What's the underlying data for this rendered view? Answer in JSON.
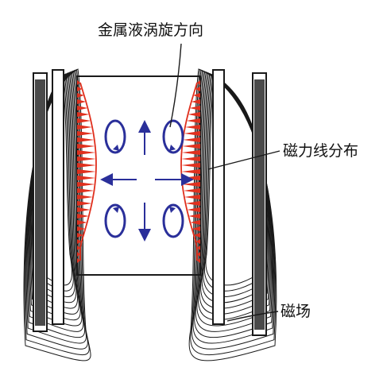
{
  "labels": {
    "flow_direction": "金属液涡旋方向",
    "field_line_distribution": "磁力线分布",
    "magnetic_field": "磁场"
  },
  "colors": {
    "lines": "#1a1a1a",
    "field_profile": "#e0301e",
    "vortex": "#2a2f9a",
    "background": "#ffffff"
  }
}
